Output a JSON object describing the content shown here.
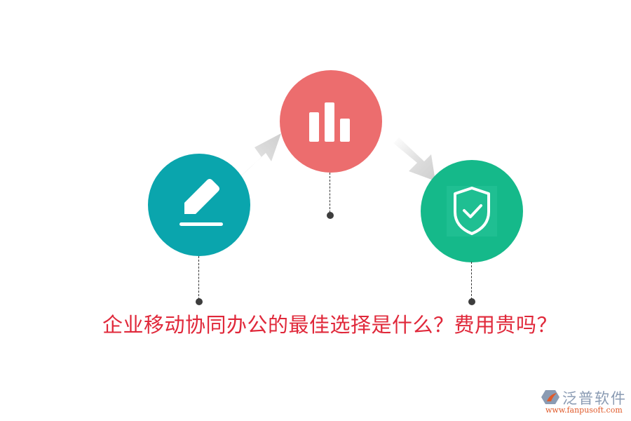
{
  "title": "企业移动协同办公的最佳选择是什么？费用贵吗？",
  "colors": {
    "step1": "#0aa5ad",
    "step2": "#ec6d6e",
    "step3": "#15b98a",
    "title": "#e0283a",
    "connector": "#333333",
    "arrow": "#d4d4d4"
  },
  "steps": [
    {
      "icon": "pencil-icon",
      "color": "#0aa5ad"
    },
    {
      "icon": "bar-chart-icon",
      "color": "#ec6d6e"
    },
    {
      "icon": "shield-check-icon",
      "color": "#15b98a"
    }
  ],
  "logo": {
    "name": "泛普软件",
    "url": "www.fanpusoft.com"
  }
}
